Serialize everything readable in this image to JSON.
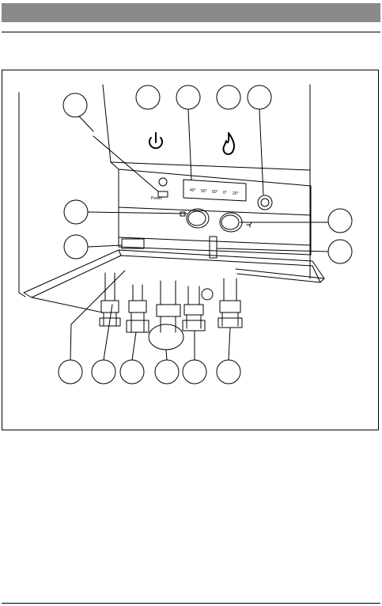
{
  "colors": {
    "header_bar": "#8a8a8a",
    "line": "#000000",
    "background": "#ffffff"
  },
  "control_panel": {
    "power_label": "Power",
    "display_readouts": [
      "40°",
      "50°",
      "60°",
      "0°",
      "20°"
    ]
  },
  "icons": [
    "power-icon",
    "flame-icon",
    "radiator-icon",
    "faucet-icon"
  ]
}
